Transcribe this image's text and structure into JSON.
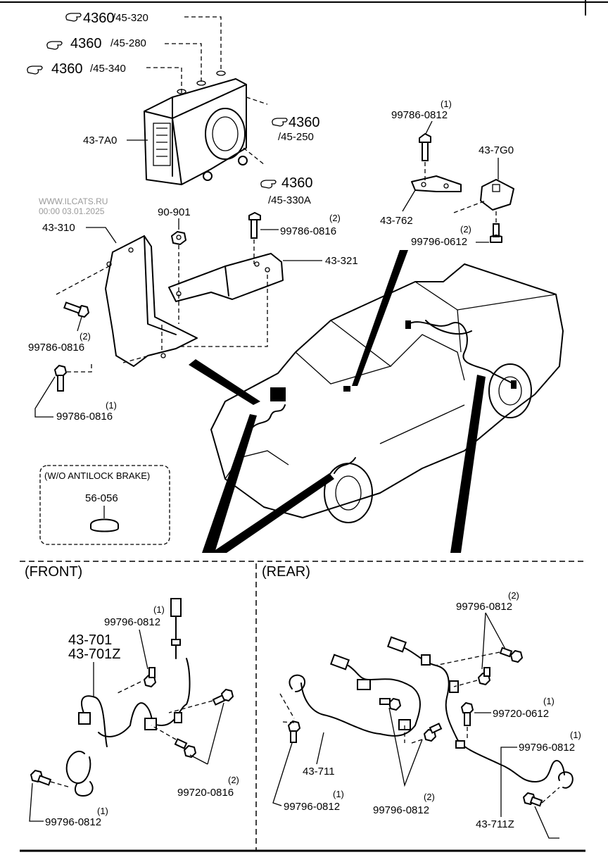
{
  "watermark": {
    "site": "WWW.ILCATS.RU",
    "timestamp": "00:00 03.01.2025"
  },
  "refs": {
    "r1": {
      "main": "4360",
      "sub": "/45-320"
    },
    "r2": {
      "main": "4360",
      "sub": "/45-280"
    },
    "r3": {
      "main": "4360",
      "sub": "/45-340"
    },
    "r4": {
      "main": "4360",
      "sub": "/45-250"
    },
    "r5": {
      "main": "4360",
      "sub": "/45-330A"
    }
  },
  "parts": {
    "p_437a0": "43-7A0",
    "p_43310": "43-310",
    "p_90901": "90-901",
    "p_99786_0816_top": "99786-0816",
    "p_99786_0816_top_qty": "(2)",
    "p_43321": "43-321",
    "p_99786_0816_left": "99786-0816",
    "p_99786_0816_left_qty": "(2)",
    "p_99786_0816_bottom": "99786-0816",
    "p_99786_0816_bottom_qty": "(1)",
    "p_99786_0812": "99786-0812",
    "p_99786_0812_qty": "(1)",
    "p_437g0": "43-7G0",
    "p_43762": "43-762",
    "p_99796_0612": "99796-0612",
    "p_99796_0612_qty": "(2)",
    "wo_antilock": "(W/O ANTILOCK BRAKE)",
    "p_56056": "56-056"
  },
  "front": {
    "title": "(FRONT)",
    "p_43701": "43-701",
    "p_43701z": "43-701Z",
    "p_99796_0812_a": "99796-0812",
    "p_99796_0812_a_qty": "(1)",
    "p_99720_0816": "99720-0816",
    "p_99720_0816_qty": "(2)",
    "p_99796_0812_b": "99796-0812",
    "p_99796_0812_b_qty": "(1)"
  },
  "rear": {
    "title": "(REAR)",
    "p_99796_0812_top": "99796-0812",
    "p_99796_0812_top_qty": "(2)",
    "p_99720_0612": "99720-0612",
    "p_99720_0612_qty": "(1)",
    "p_99796_0812_right": "99796-0812",
    "p_99796_0812_right_qty": "(1)",
    "p_43711": "43-711",
    "p_99796_0812_left": "99796-0812",
    "p_99796_0812_left_qty": "(1)",
    "p_99796_0812_mid": "99796-0812",
    "p_99796_0812_mid_qty": "(2)",
    "p_43711z": "43-711Z"
  }
}
